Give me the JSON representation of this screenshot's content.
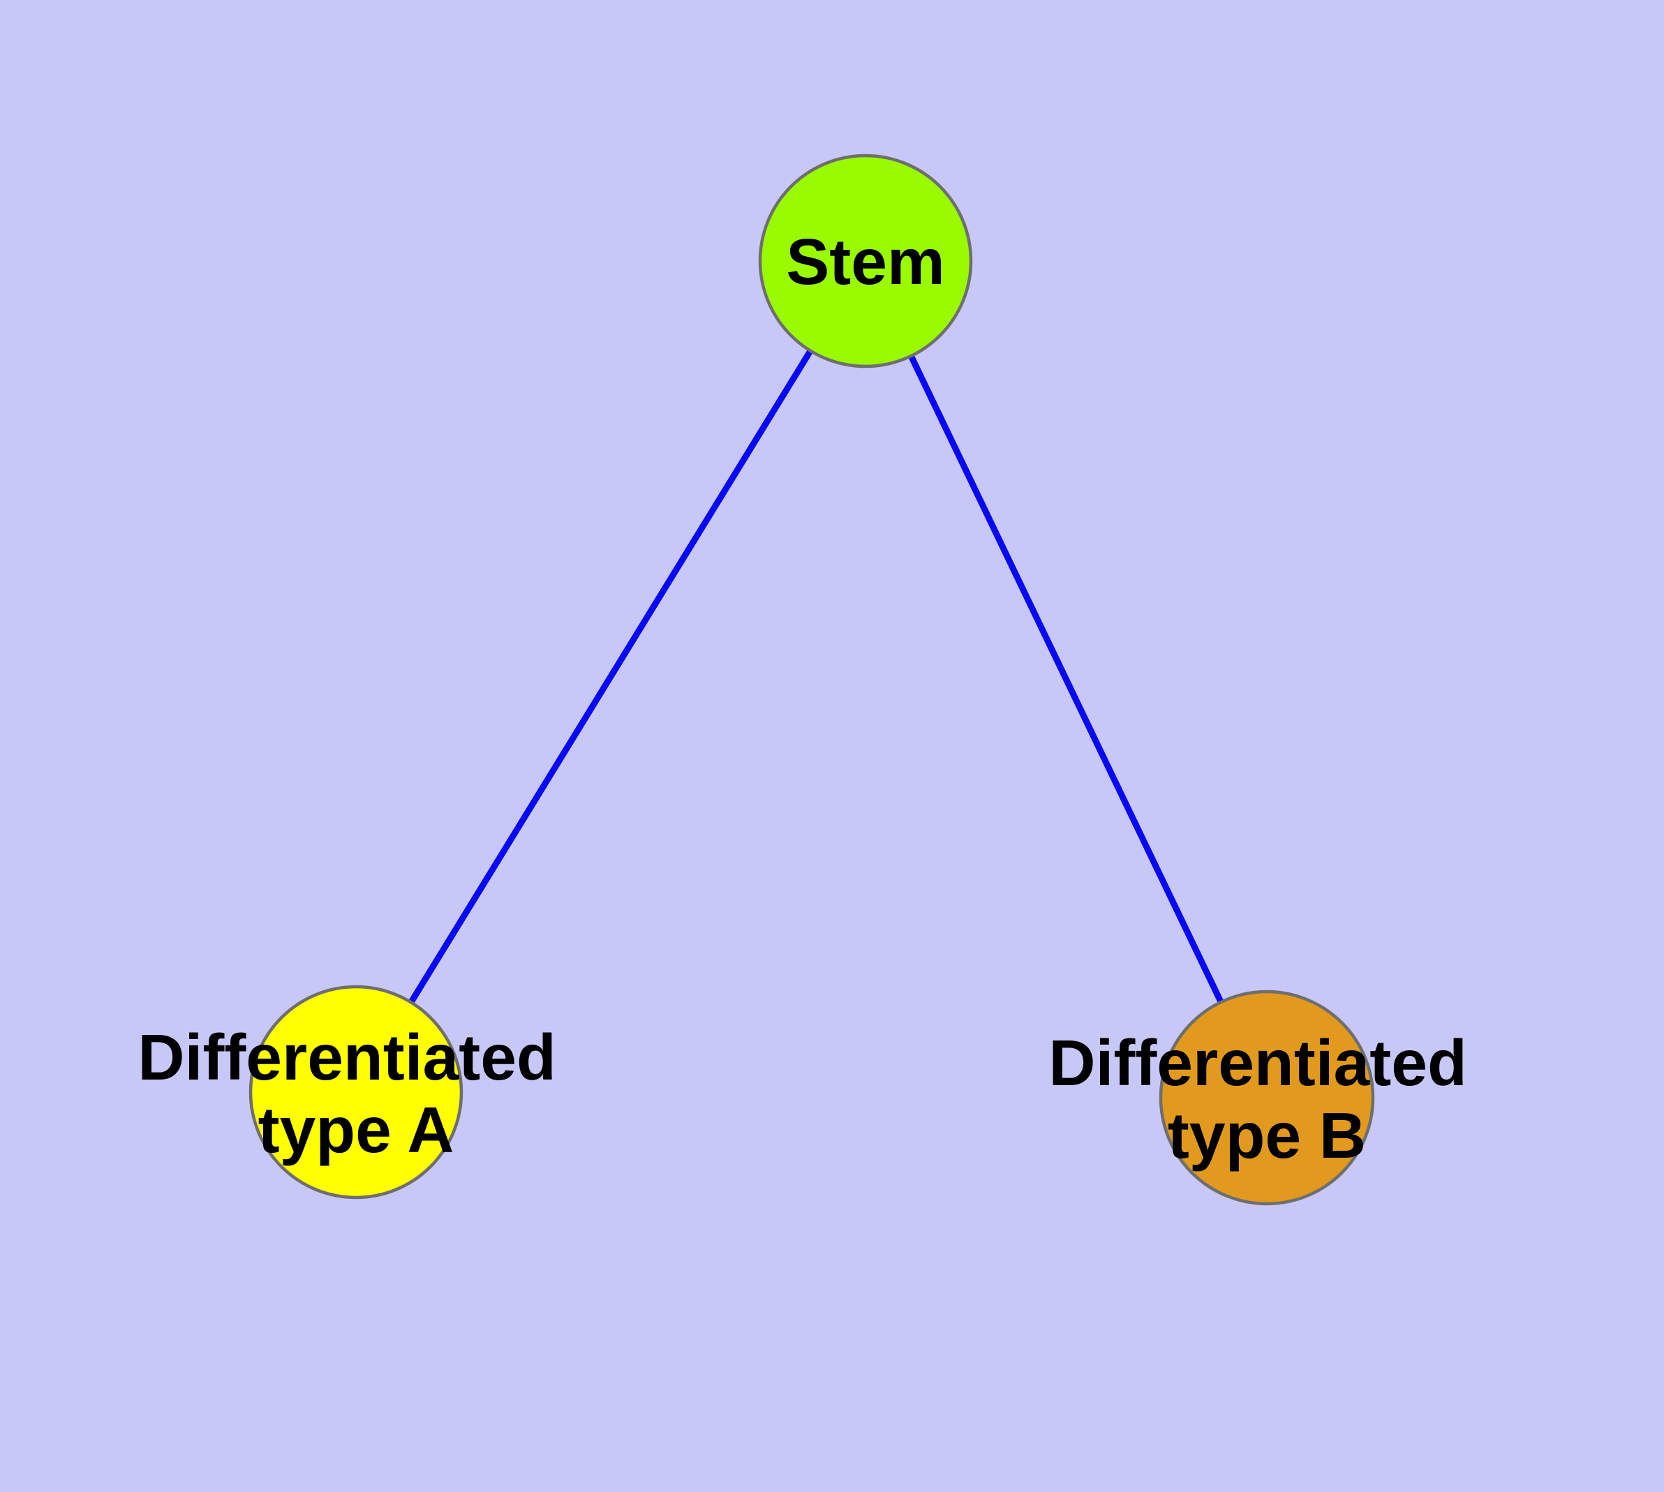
{
  "canvas": {
    "background_color": "#c8c8f8"
  },
  "style": {
    "edge_color": "#0808f2",
    "node_border_color": "#6e6e6e",
    "label_color": "#000000"
  },
  "nodes": [
    {
      "id": "stem",
      "label": "Stem",
      "color": "#9afa00"
    },
    {
      "id": "differentiated-type-a",
      "label": "Differentiated type A",
      "label_line1": "Differentiated",
      "label_line2": "type A",
      "color": "#ffff00"
    },
    {
      "id": "differentiated-type-b",
      "label": "Differentiated type B",
      "label_line1": "Differentiated",
      "label_line2": "type B",
      "color": "#e29a1e"
    }
  ],
  "edges": [
    {
      "from": "Stem",
      "to": "Differentiated type A"
    },
    {
      "from": "Stem",
      "to": "Differentiated type B"
    }
  ]
}
